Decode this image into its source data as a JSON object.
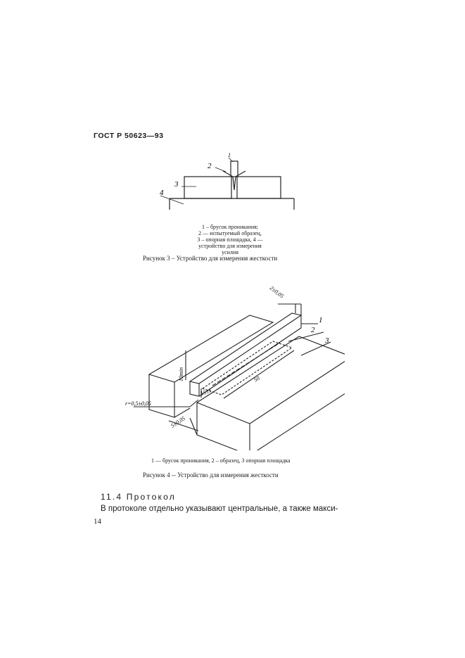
{
  "header": {
    "doc_id": "ГОСТ Р 50623—93"
  },
  "figure3": {
    "labels": [
      "1",
      "2",
      "3",
      "4"
    ],
    "legend_lines": [
      "1 – брусок проникания;",
      "2 — испытуемый образец,",
      "3 – опорная площадка, 4 —",
      "устройство для измерения",
      "усилия"
    ],
    "caption": "Рисунок 3 – Устройство для измерения жесткости"
  },
  "figure4": {
    "labels": [
      "1",
      "2",
      "3"
    ],
    "dimensions": {
      "thickness": "2±0,05",
      "height": "10min",
      "overhang": "15±1",
      "length": "50",
      "radius": "r=0,5±0,05",
      "gap": "5±0,05"
    },
    "legend": "1 — брусок проникания, 2 – образец, 3 опорная площадка",
    "caption": "Рисунок 4 -- Устройство для измерения жесткости"
  },
  "section": {
    "title": "11.4 Протокол"
  },
  "body": {
    "text": "В протоколе отдельно указывают центральные, а также макси-"
  },
  "page_number": "14"
}
